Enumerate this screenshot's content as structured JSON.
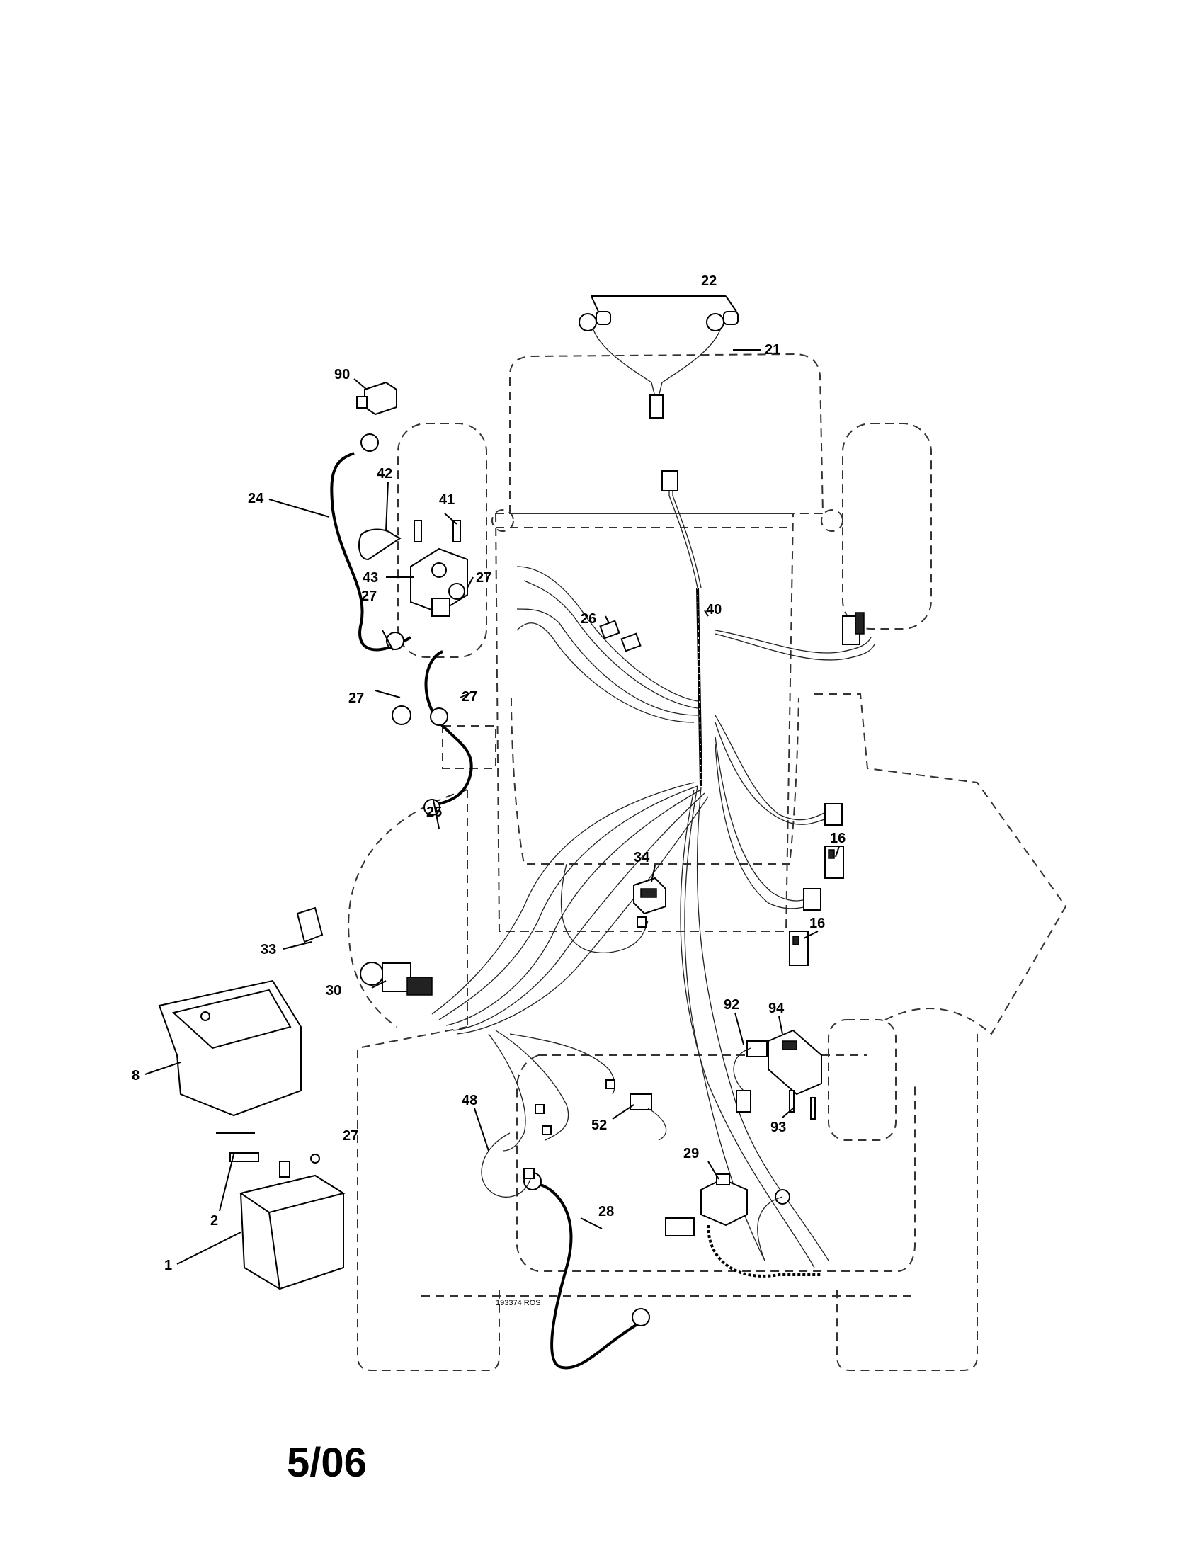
{
  "diagram": {
    "drawing_code": "193374 ROS",
    "date_stamp": "5/06",
    "callouts": {
      "p1": "1",
      "p2": "2",
      "p8": "8",
      "p16a": "16",
      "p16b": "16",
      "p21": "21",
      "p22": "22",
      "p24": "24",
      "p25": "25",
      "p26": "26",
      "p27a": "27",
      "p27b": "27",
      "p27c": "27",
      "p27d": "27",
      "p27e": "27",
      "p28": "28",
      "p29": "29",
      "p30": "30",
      "p33": "33",
      "p34": "34",
      "p40": "40",
      "p41": "41",
      "p42": "42",
      "p43": "43",
      "p48": "48",
      "p52": "52",
      "p90": "90",
      "p92": "92",
      "p93": "93",
      "p94": "94"
    }
  }
}
